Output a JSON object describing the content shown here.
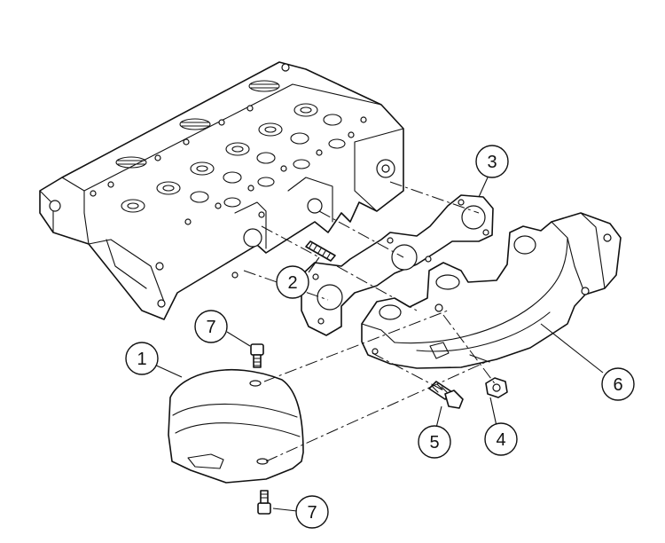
{
  "callouts": [
    {
      "id": "1",
      "label": "1"
    },
    {
      "id": "2",
      "label": "2"
    },
    {
      "id": "3",
      "label": "3"
    },
    {
      "id": "4",
      "label": "4"
    },
    {
      "id": "5",
      "label": "5"
    },
    {
      "id": "6",
      "label": "6"
    },
    {
      "id": "7a",
      "label": "7"
    },
    {
      "id": "7b",
      "label": "7"
    }
  ]
}
